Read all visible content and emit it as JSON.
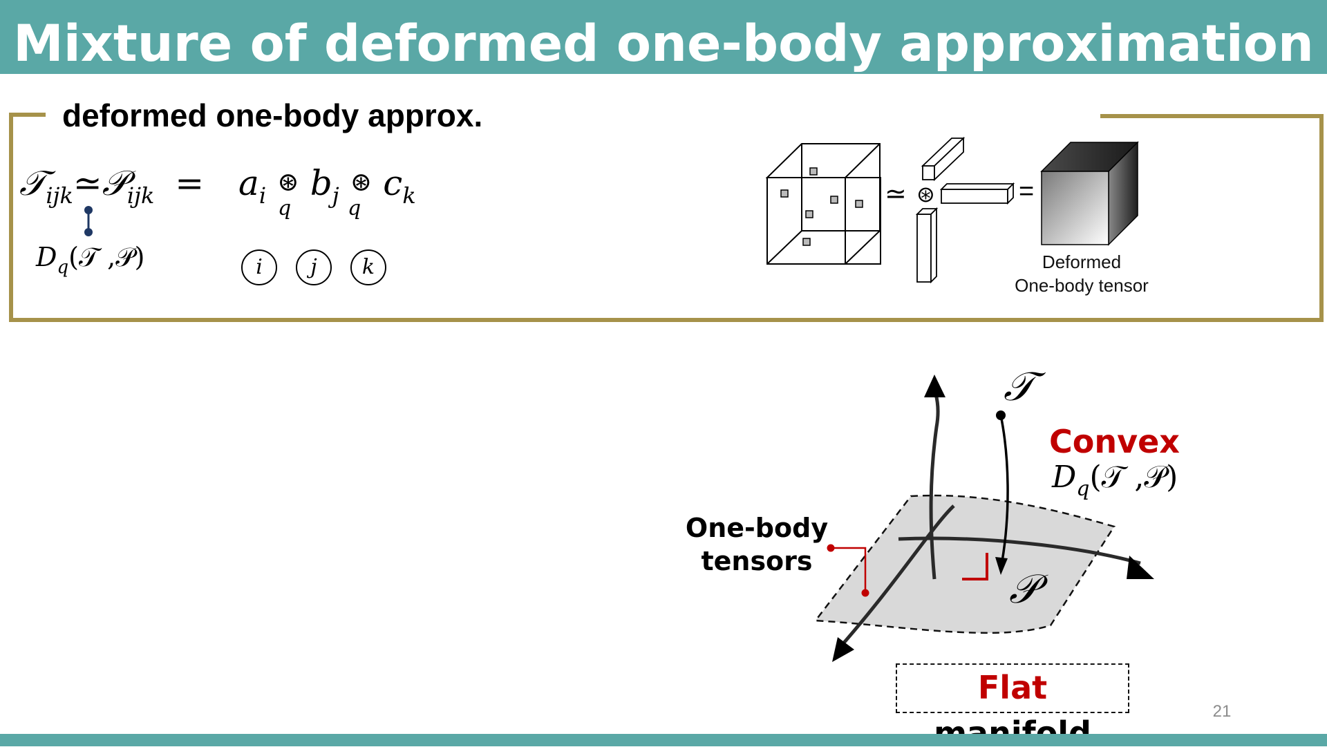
{
  "slide": {
    "title": "Mixture of deformed one-body approximation",
    "page_number": "21",
    "accent_color": "#5aa8a6",
    "frame_color": "#a6924a",
    "highlight_color": "#c00000"
  },
  "box": {
    "heading": "deformed one-body approx.",
    "equation": {
      "lhs_T": "𝒯",
      "lhs_T_sub": "ijk",
      "approx": "≃",
      "lhs_P": "𝒫",
      "lhs_P_sub": "ijk",
      "equals": "=",
      "a": "a",
      "a_sub": "i",
      "b": "b",
      "b_sub": "j",
      "c": "c",
      "c_sub": "k",
      "op": "⊛",
      "op_under_1": "q",
      "op_under_2": "q"
    },
    "divergence_label": "D",
    "divergence_sub": "q",
    "divergence_args": "(𝒯 ,𝒫)",
    "index_circles": [
      "i",
      "j",
      "k"
    ],
    "diagram": {
      "approx_symbol": "≃",
      "op_symbol": "⊛",
      "equals_symbol": "=",
      "caption_line1": "Deformed",
      "caption_line2": "One-body tensor"
    }
  },
  "manifold": {
    "t_symbol": "𝒯",
    "p_symbol": "𝒫",
    "convex_label": "Convex",
    "convex_div": "D",
    "convex_div_sub": "q",
    "convex_div_args": "(𝒯 ,𝒫)",
    "onebody_line1": "One-body",
    "onebody_line2": "tensors",
    "flat_word": "Flat",
    "manifold_word": "manifold"
  }
}
